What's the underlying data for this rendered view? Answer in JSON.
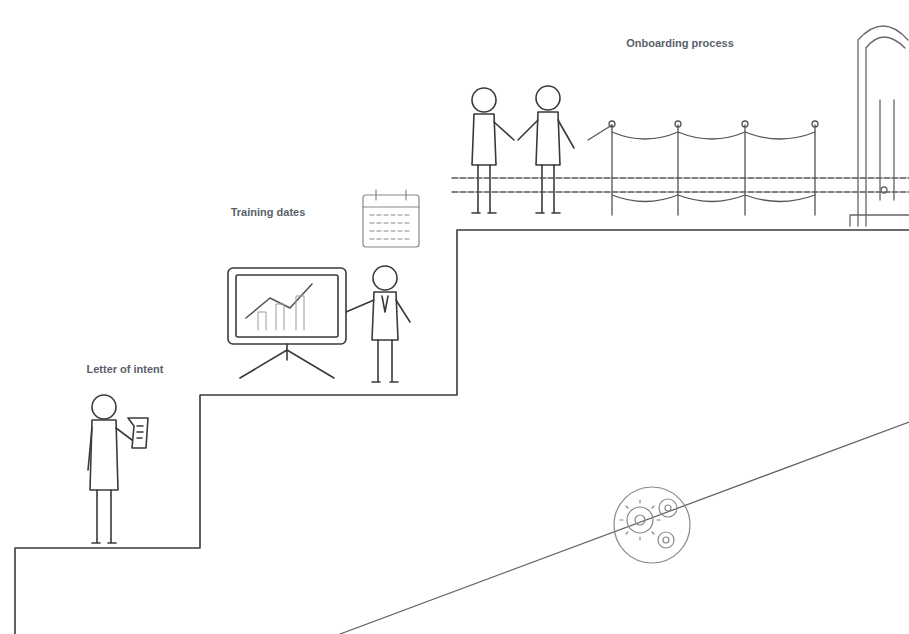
{
  "diagram": {
    "labels": [
      "Letter of intent",
      "Training dates",
      "Onboarding process"
    ]
  }
}
